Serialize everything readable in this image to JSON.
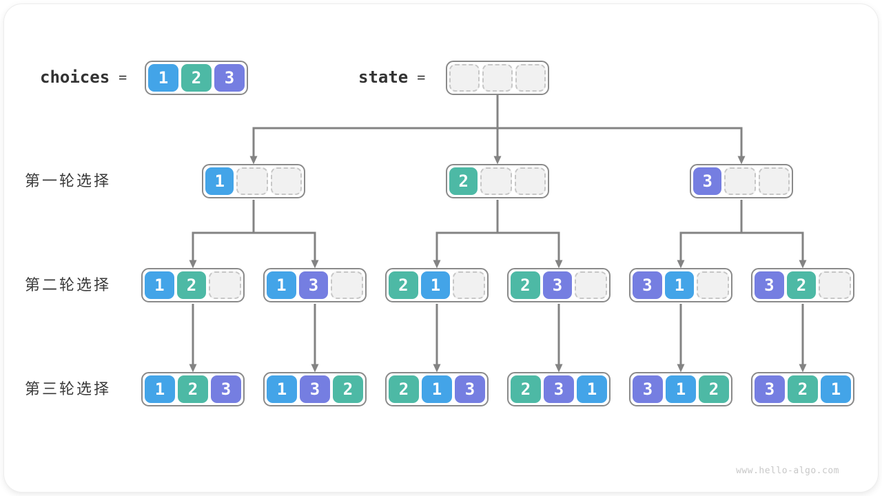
{
  "colors": {
    "choice_1": "#43A4E8",
    "choice_2": "#4DB9A5",
    "choice_3": "#757EE1",
    "arrow": "#838383"
  },
  "header": {
    "choices_label": "choices",
    "choices_equals": "=",
    "choices_cells": [
      "1",
      "2",
      "3"
    ],
    "state_label": "state",
    "state_equals": "=",
    "state_cells": [
      "",
      "",
      ""
    ]
  },
  "rounds": [
    {
      "label": "第一轮选择",
      "boxes": [
        [
          "1",
          "",
          ""
        ],
        [
          "2",
          "",
          ""
        ],
        [
          "3",
          "",
          ""
        ]
      ]
    },
    {
      "label": "第二轮选择",
      "boxes": [
        [
          "1",
          "2",
          ""
        ],
        [
          "1",
          "3",
          ""
        ],
        [
          "2",
          "1",
          ""
        ],
        [
          "2",
          "3",
          ""
        ],
        [
          "3",
          "1",
          ""
        ],
        [
          "3",
          "2",
          ""
        ]
      ]
    },
    {
      "label": "第三轮选择",
      "boxes": [
        [
          "1",
          "2",
          "3"
        ],
        [
          "1",
          "3",
          "2"
        ],
        [
          "2",
          "1",
          "3"
        ],
        [
          "2",
          "3",
          "1"
        ],
        [
          "3",
          "1",
          "2"
        ],
        [
          "3",
          "2",
          "1"
        ]
      ]
    }
  ],
  "watermark": "www.hello-algo.com"
}
